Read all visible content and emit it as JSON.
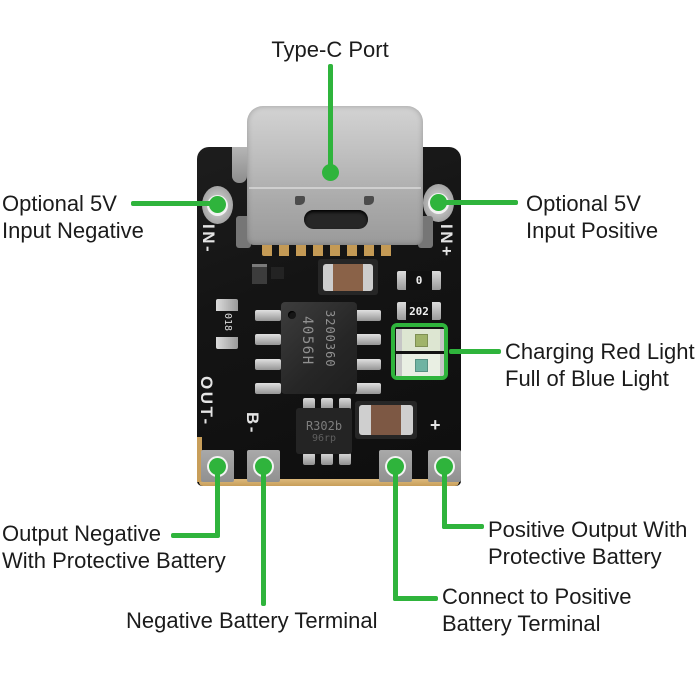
{
  "callouts": {
    "type_c_port": {
      "text": "Type-C Port"
    },
    "input_negative": {
      "line1": "Optional 5V",
      "line2": "Input Negative"
    },
    "input_positive": {
      "line1": "Optional 5V",
      "line2": "Input Positive"
    },
    "charge_leds": {
      "line1": "Charging Red Light",
      "line2": "Full of Blue Light"
    },
    "output_negative": {
      "line1": "Output Negative",
      "line2": "With Protective Battery"
    },
    "positive_output": {
      "line1": "Positive Output With",
      "line2": "Protective Battery"
    },
    "negative_battery": {
      "text": "Negative Battery Terminal"
    },
    "connect_positive": {
      "line1": "Connect to Positive",
      "line2": "Battery Terminal"
    }
  },
  "board": {
    "silkscreen": {
      "in_minus": "IN-",
      "in_plus": "IN+",
      "out_minus": "OUT-",
      "b_minus": "B-",
      "out_plus": "+"
    },
    "markings": {
      "main_chip_line1": "4056H",
      "main_chip_line2": "3200360",
      "protection_ic_line1": "R302b",
      "protection_ic_line2": "96rp",
      "resistor_zero": "0",
      "resistor_202": "202",
      "resistor_018": "018"
    }
  },
  "colors": {
    "annotation_green": "#2fb43c",
    "pcb_black": "#141414",
    "label_text": "#1b1b1b",
    "port_gray": "#a9a9a9",
    "pad_gold": "#c89e5a"
  }
}
